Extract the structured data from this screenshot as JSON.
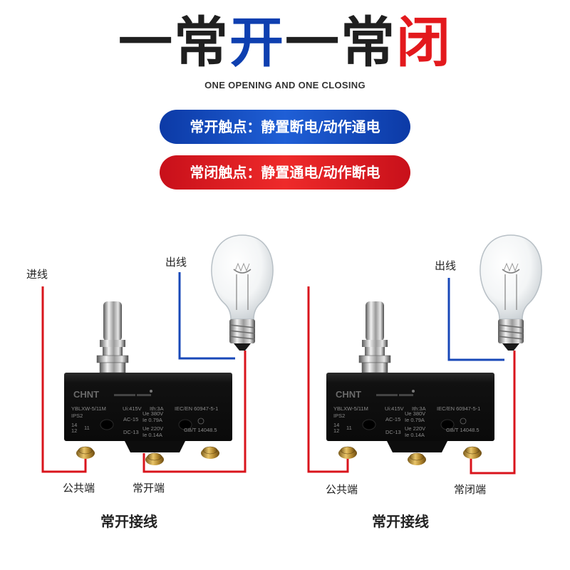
{
  "title": {
    "c1": "一常",
    "c2": "开",
    "c3": "一常",
    "c4": "闭",
    "colors": {
      "dark": "#1f1f1f",
      "blue": "#0e3fb0",
      "red": "#e3191d"
    }
  },
  "subtitle": "ONE OPENING AND ONE CLOSING",
  "pills": {
    "no": "常开触点：静置断电/动作通电",
    "nc": "常闭触点：静置通电/动作断电"
  },
  "left": {
    "in_label": "进线",
    "out_label": "出线",
    "common_label": "公共端",
    "terminal_label": "常开端",
    "caption": "常开接线"
  },
  "right": {
    "out_label": "出线",
    "common_label": "公共端",
    "terminal_label": "常闭端",
    "caption": "常开接线"
  },
  "switch": {
    "brand": "CHNT",
    "model": "YBLXW-5/11M",
    "ip": "IPS2",
    "ui": "Ui:415V",
    "ith": "Ith:3A",
    "std": "IEC/EN 60947-5-1",
    "ac": "AC-15",
    "ac_u": "Ue 380V",
    "ac_i": "Ie 0.79A",
    "dc": "DC-13",
    "dc_u": "Ue 220V",
    "dc_i": "Ie 0.14A",
    "gb": "GB/T 14048.5",
    "pin_14": "14",
    "pin_12": "12",
    "pin_11": "11"
  },
  "wire_colors": {
    "red": "#d9141c",
    "blue": "#1848b8"
  }
}
